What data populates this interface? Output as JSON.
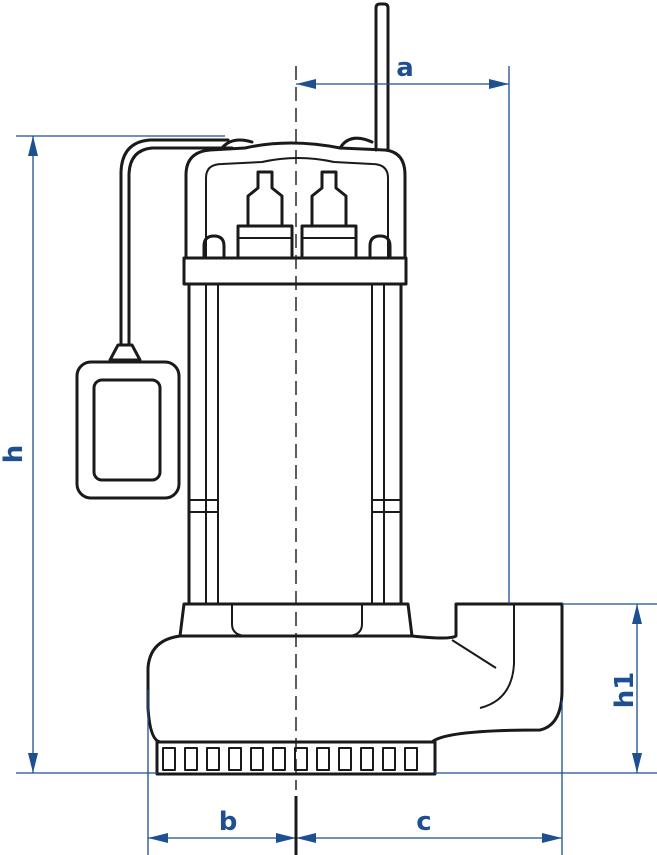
{
  "dimensions": {
    "a": "a",
    "b": "b",
    "c": "c",
    "h": "h",
    "h1": "h1"
  },
  "colors": {
    "dimension_lines": "#1d4f91",
    "outline": "#1a1a1a",
    "background": "#ffffff"
  }
}
